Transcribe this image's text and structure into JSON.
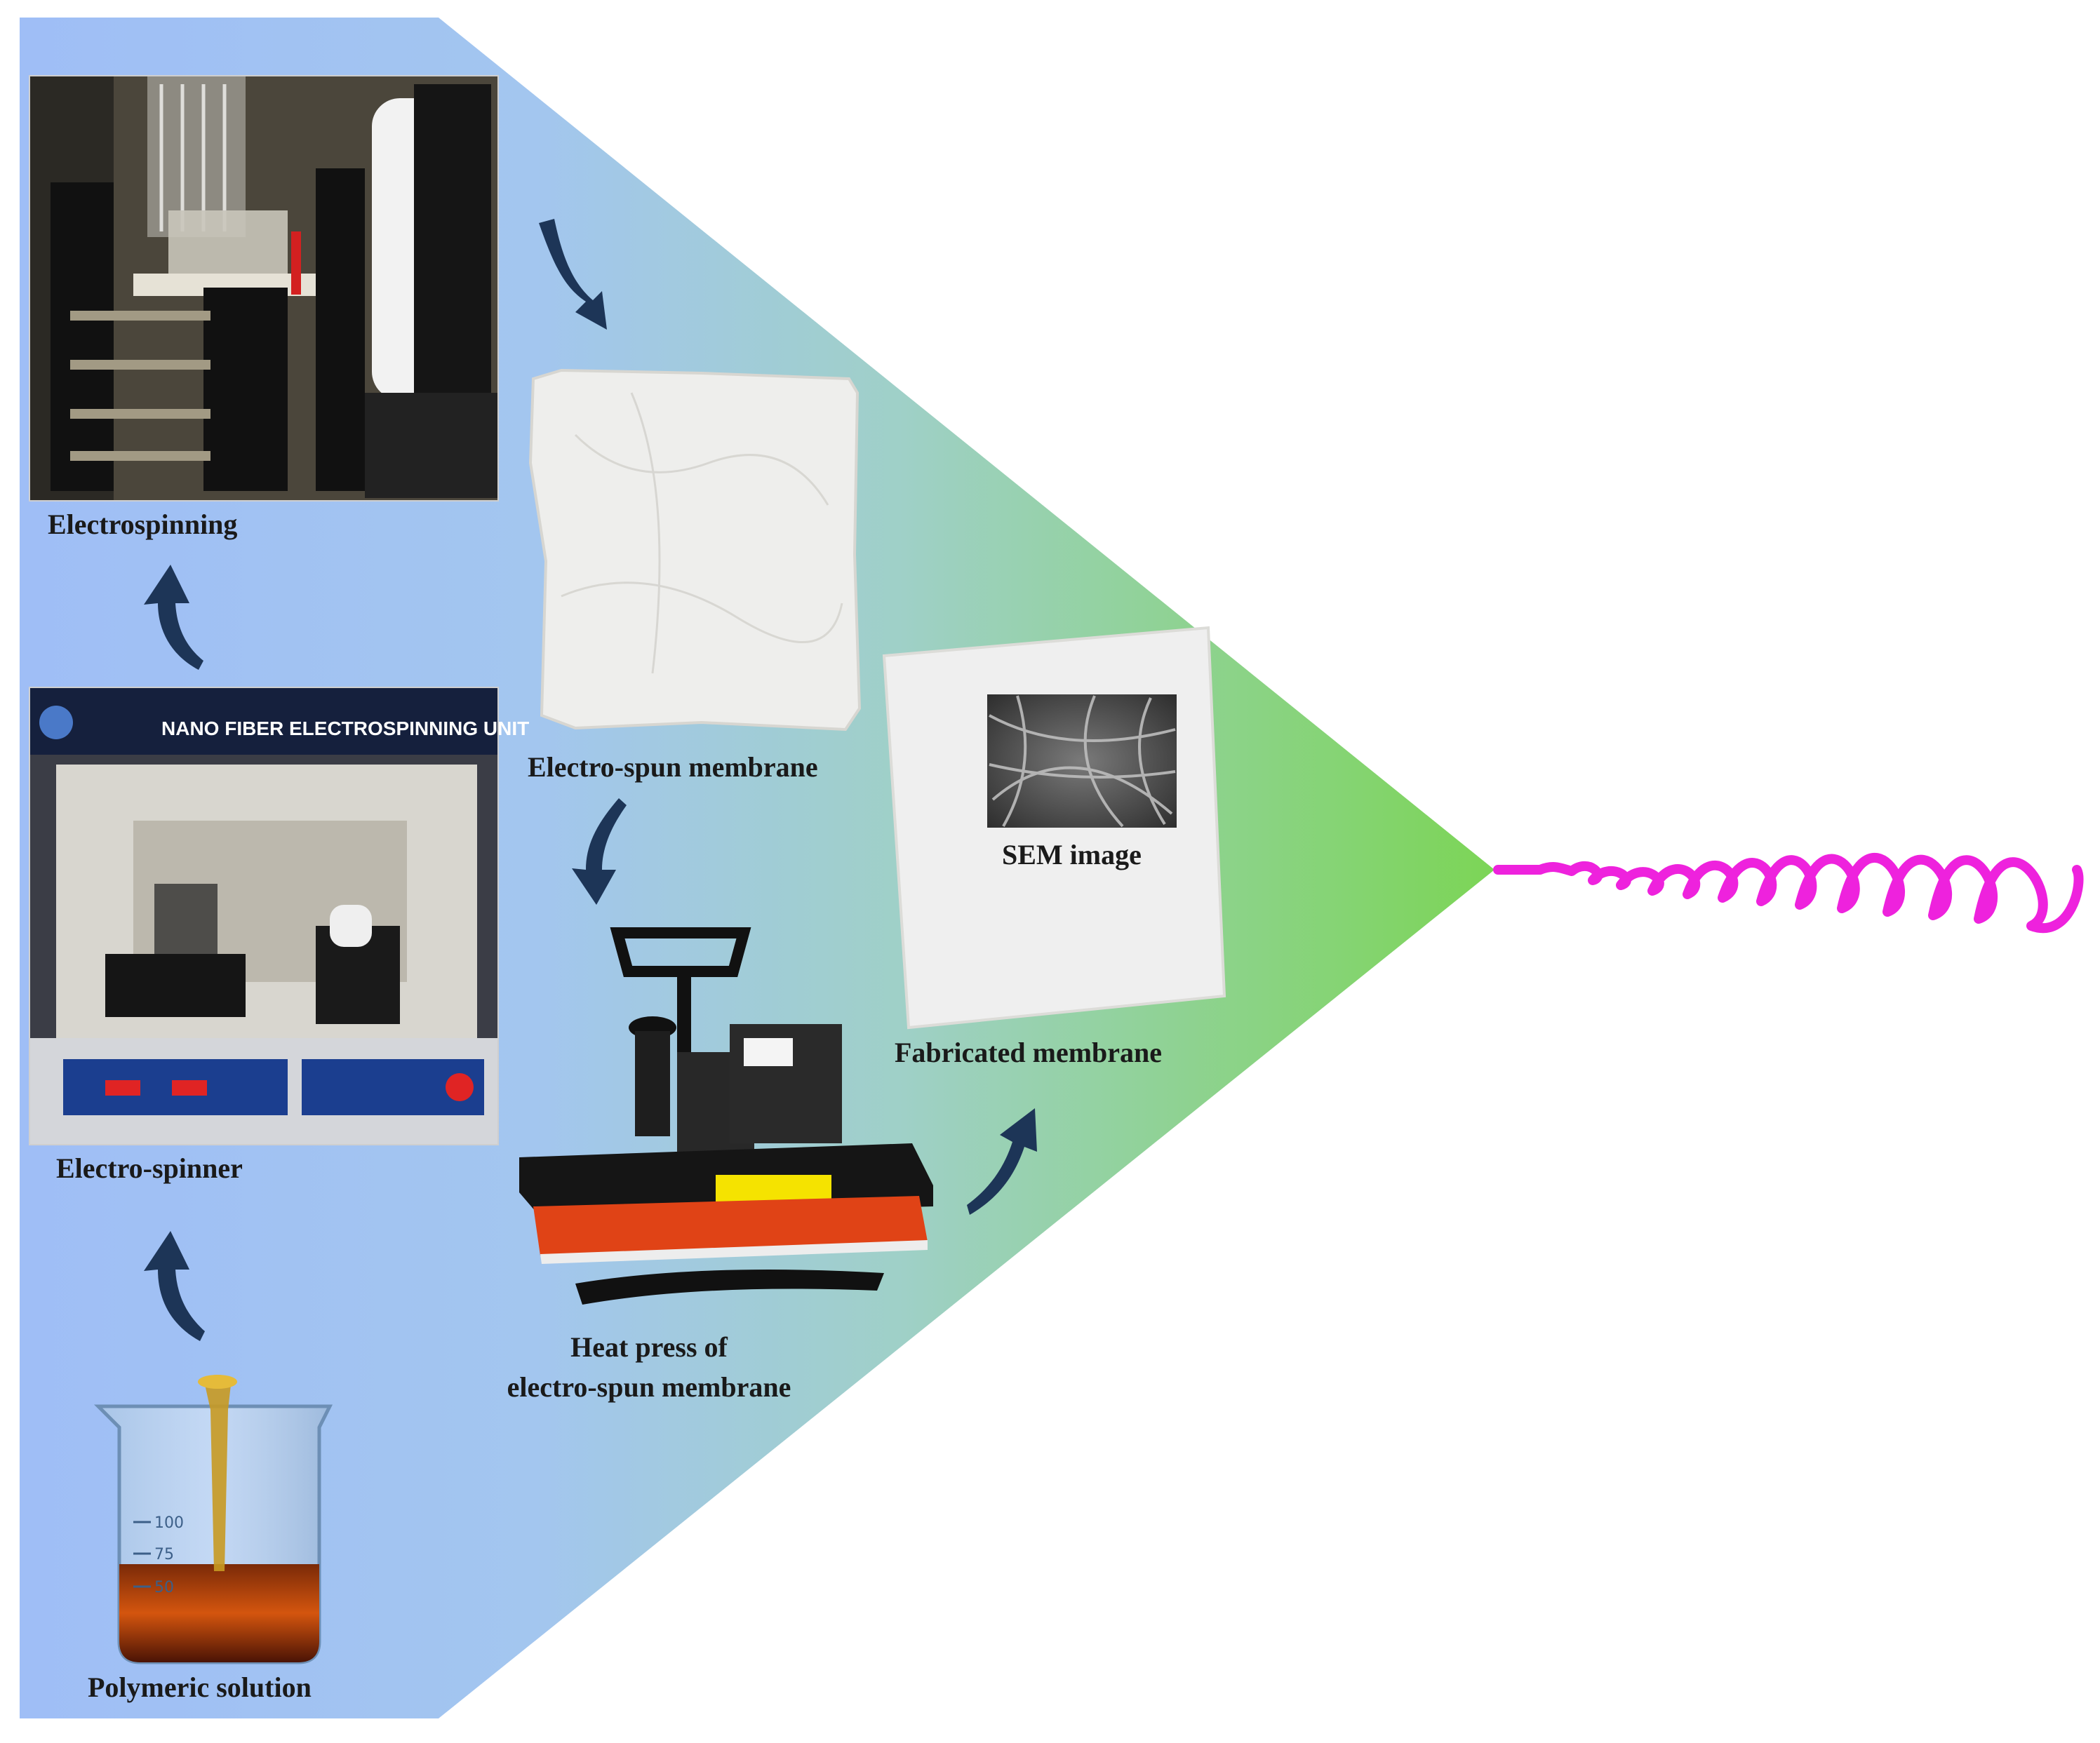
{
  "labels": {
    "electrospinning": "Electrospinning",
    "electro_spinner": "Electro-spinner",
    "polymeric_solution": "Polymeric  solution",
    "electro_spun_membrane": "Electro-spun  membrane",
    "heat_press_line1": "Heat press of",
    "heat_press_line2": "electro-spun  membrane",
    "fabricated_membrane": "Fabricated  membrane",
    "sem_image": "SEM image"
  },
  "device_text": {
    "unit_title": "NANO FIBER ELECTROSPINNING UNIT"
  },
  "beaker_marks": [
    "100",
    "75",
    "50"
  ],
  "colors": {
    "gradient_left": "#9fbff5",
    "gradient_mid": "#a9d0d8",
    "gradient_right": "#7ed65a",
    "arrow": "#1d3557",
    "fiber_spring": "#ee22dd",
    "label_text": "#1a1a1a"
  }
}
